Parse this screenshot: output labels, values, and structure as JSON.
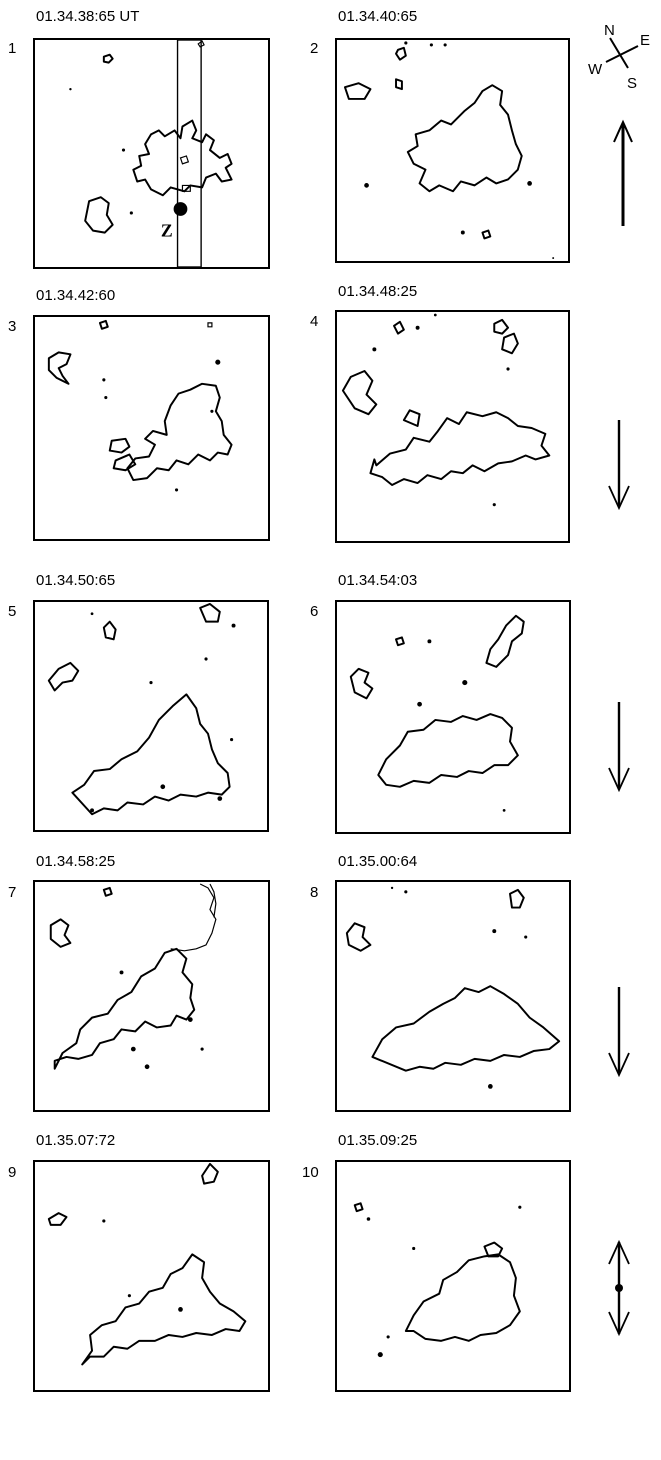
{
  "compass": {
    "n": "N",
    "e": "E",
    "w": "W",
    "s": "S"
  },
  "marker_label": "Z",
  "panels": [
    {
      "num": "1",
      "time": "01.34.38:65 UT",
      "arrow": "up"
    },
    {
      "num": "2",
      "time": "01.34.40:65"
    },
    {
      "num": "3",
      "time": "01.34.42:60"
    },
    {
      "num": "4",
      "time": "01.34.48:25",
      "arrow": "down"
    },
    {
      "num": "5",
      "time": "01.34.50:65"
    },
    {
      "num": "6",
      "time": "01.34.54:03",
      "arrow": "down"
    },
    {
      "num": "7",
      "time": "01.34.58:25"
    },
    {
      "num": "8",
      "time": "01.35.00:64",
      "arrow": "down"
    },
    {
      "num": "9",
      "time": "01.35.07:72"
    },
    {
      "num": "10",
      "time": "01.35.09:25",
      "arrow": "both"
    }
  ]
}
